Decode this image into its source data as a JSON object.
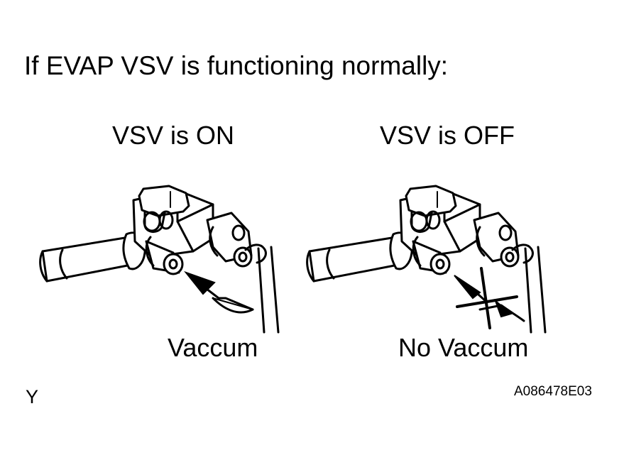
{
  "heading": "If EVAP VSV is functioning normally:",
  "panels": [
    {
      "state_label": "VSV is ON",
      "result_label": "Vaccum"
    },
    {
      "state_label": "VSV is OFF",
      "result_label": "No Vaccum"
    }
  ],
  "corner_mark": "Y",
  "figure_code": "A086478E03",
  "colors": {
    "ink": "#000000",
    "paper": "#ffffff"
  }
}
